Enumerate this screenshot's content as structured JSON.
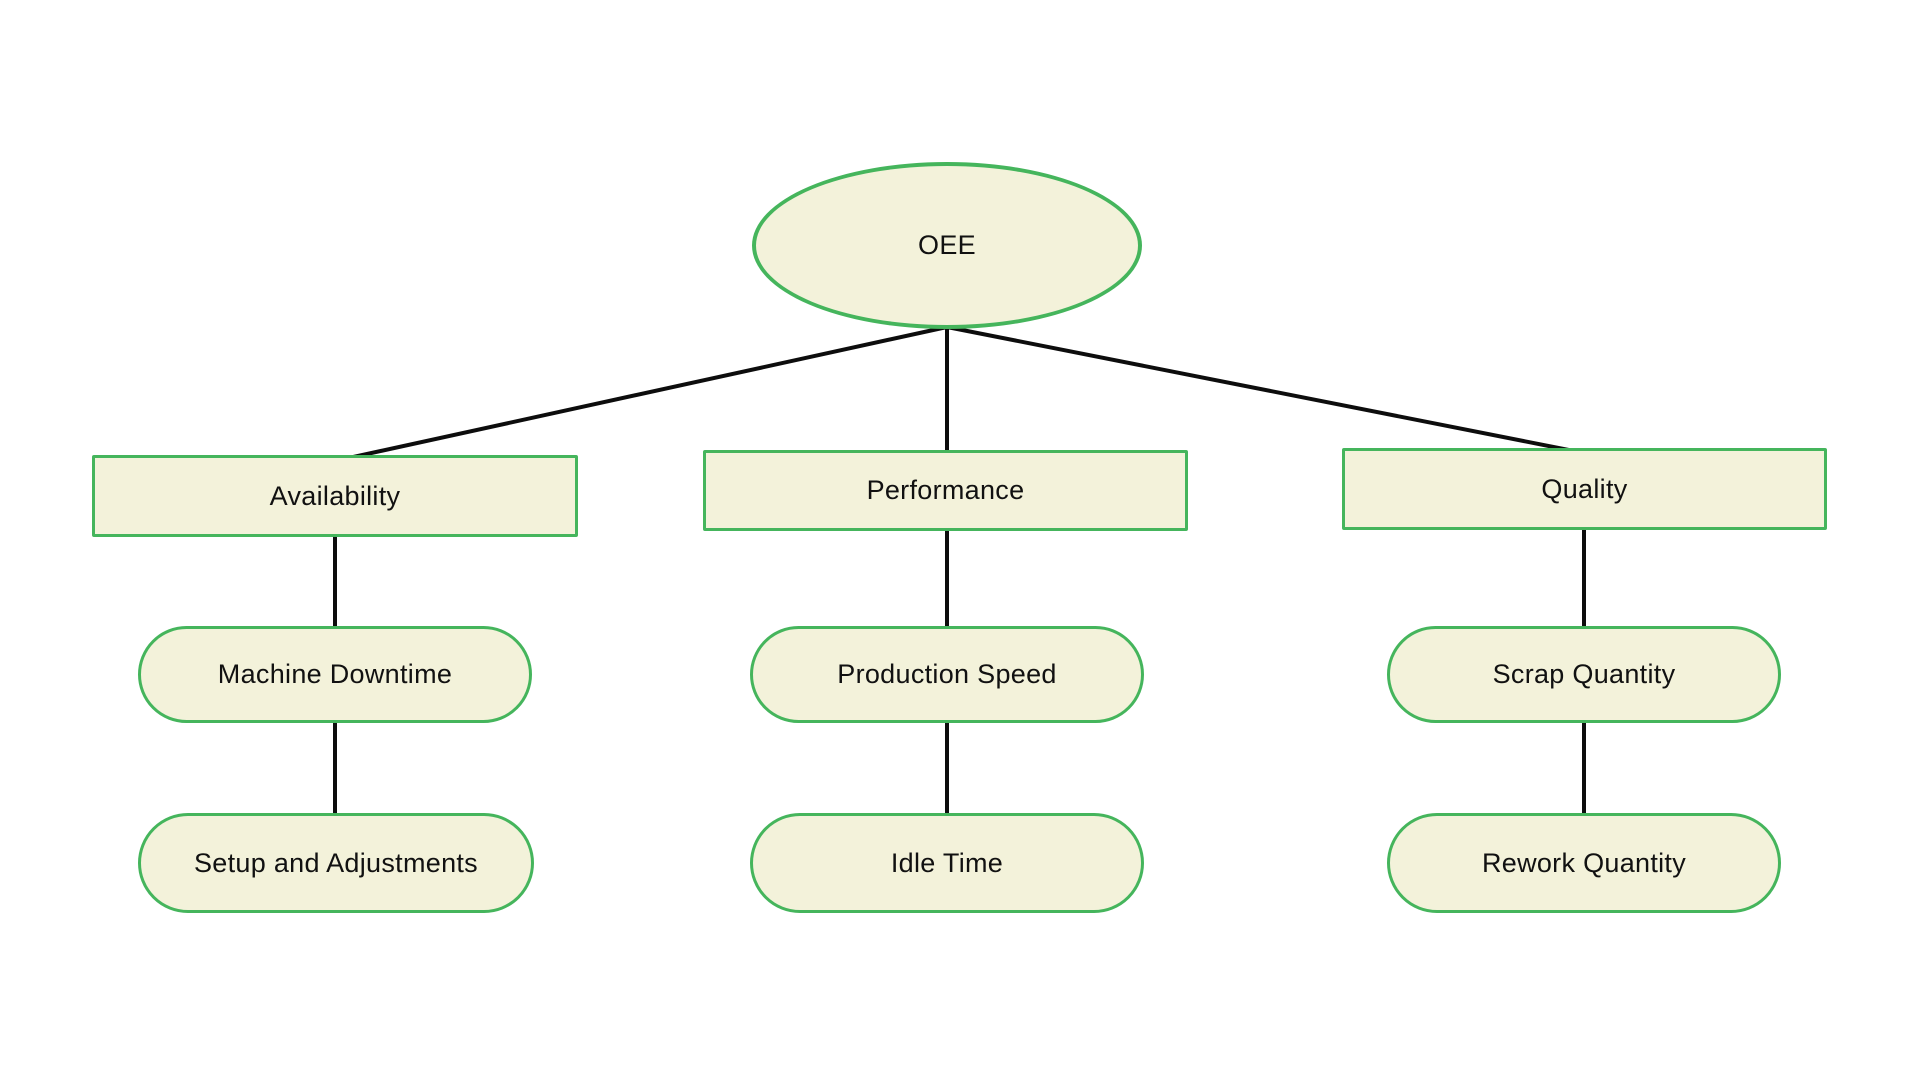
{
  "diagram": {
    "root": {
      "label": "OEE"
    },
    "branches": [
      {
        "label": "Availability",
        "children": [
          "Machine Downtime",
          "Setup and Adjustments"
        ]
      },
      {
        "label": "Performance",
        "children": [
          "Production Speed",
          "Idle Time"
        ]
      },
      {
        "label": "Quality",
        "children": [
          "Scrap Quantity",
          "Rework Quantity"
        ]
      }
    ],
    "colors": {
      "background": "#ffffff",
      "node_fill": "#f3f2da",
      "node_border": "#45b55c",
      "edge": "#0d0d0d",
      "text": "#111111"
    }
  }
}
